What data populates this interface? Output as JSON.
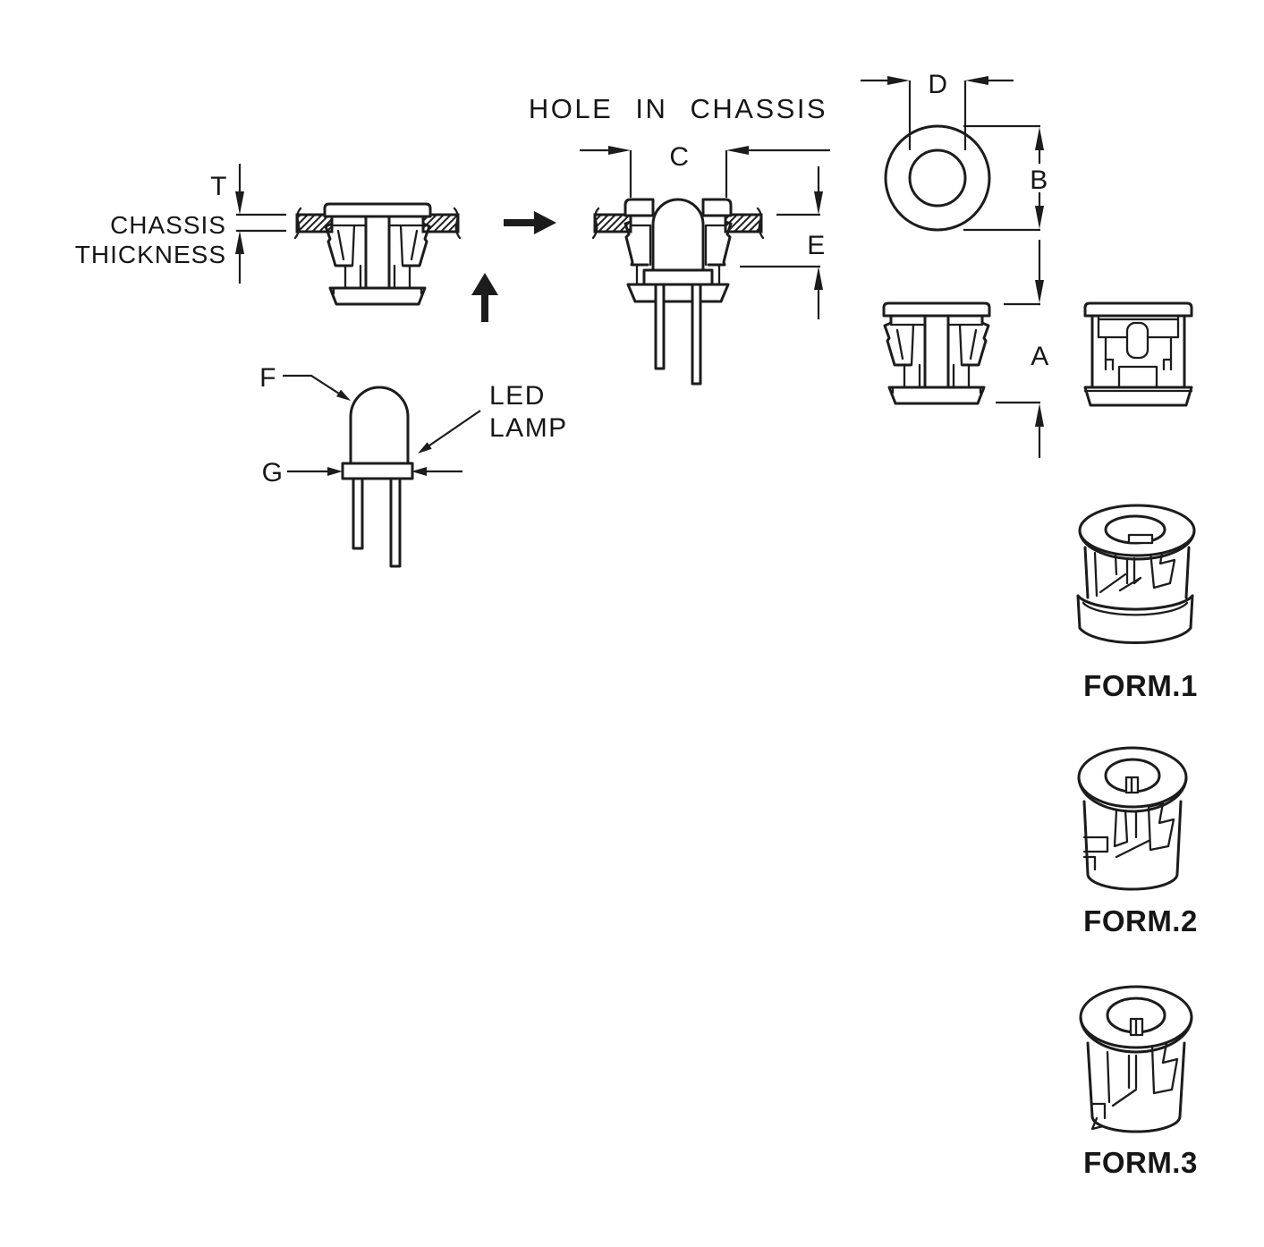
{
  "page": {
    "background": "#ffffff",
    "line_color": "#1c1c1c",
    "text_color": "#161616"
  },
  "views": {
    "installed_section": {
      "dim_thickness": "T",
      "caption_line1": "CHASSIS",
      "caption_line2": "THICKNESS"
    },
    "insertion_section": {
      "title": "HOLE IN CHASSIS",
      "dim_hole_width": "C",
      "dim_depth": "E"
    },
    "top_view": {
      "dim_inner_hole": "D",
      "dim_outer_diameter": "B"
    },
    "side_views": {
      "dim_height": "A"
    },
    "led_lamp": {
      "dim_dome": "F",
      "dim_flange": "G",
      "label_line1": "LED",
      "label_line2": "LAMP"
    },
    "forms": [
      {
        "label": "FORM.1"
      },
      {
        "label": "FORM.2"
      },
      {
        "label": "FORM.3"
      }
    ]
  }
}
